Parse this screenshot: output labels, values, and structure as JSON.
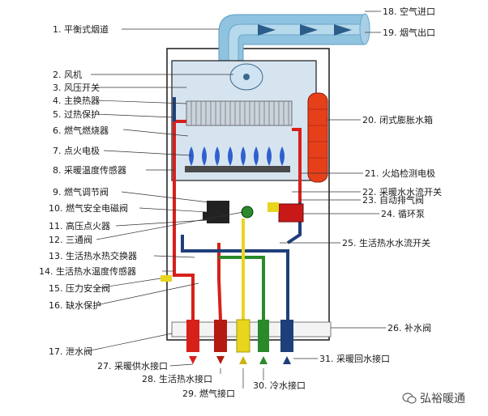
{
  "labels_left": [
    "1. 平衡式烟道",
    "2. 风机",
    "3. 风压开关",
    "4. 主换热器",
    "5. 过热保护",
    "6. 燃气燃烧器",
    "7. 点火电极",
    "8. 采暖温度传感器",
    "9. 燃气调节阀",
    "10. 燃气安全电磁阀",
    "11. 高压点火器",
    "12. 三通阀",
    "13. 生活热水热交换器",
    "14. 生活热水温度传感器",
    "15. 压力安全阀",
    "16. 缺水保护",
    "17. 泄水阀"
  ],
  "labels_right": [
    "18. 空气进口",
    "19. 烟气出口",
    "20. 闭式膨胀水箱",
    "21. 火焰检测电极",
    "22. 采暖水水流开关",
    "23. 自动排气阀",
    "24. 循环泵",
    "25. 生活热水水流开关",
    "26. 补水阀",
    "31. 采暖回水接口"
  ],
  "labels_bottom": [
    "27. 采暖供水接口",
    "28. 生活热水接口",
    "29. 燃气接口",
    "30. 冷水接口"
  ],
  "watermark": "弘裕暖通",
  "colors": {
    "hot": "#d8201a",
    "cold": "#1f3f7a",
    "gas": "#e8d51e",
    "domestic": "#2a8a2a",
    "duct": "#8fc3e0",
    "dark": "#1a1a1a"
  }
}
